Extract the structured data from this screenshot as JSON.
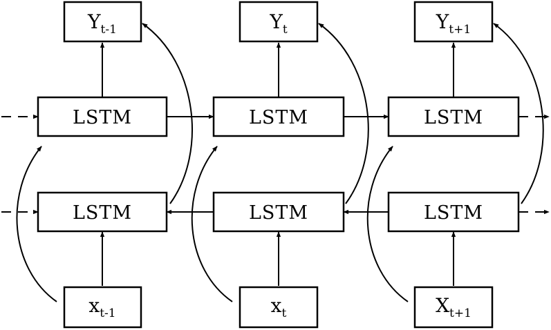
{
  "diagram": {
    "steps": [
      {
        "output": {
          "base": "Y",
          "sub": "t-1"
        },
        "forward": "LSTM",
        "backward": "LSTM",
        "input": {
          "base": "x",
          "sub": "t-1"
        }
      },
      {
        "output": {
          "base": "Y",
          "sub": "t"
        },
        "forward": "LSTM",
        "backward": "LSTM",
        "input": {
          "base": "x",
          "sub": "t"
        }
      },
      {
        "output": {
          "base": "Y",
          "sub": "t+1"
        },
        "forward": "LSTM",
        "backward": "LSTM",
        "input": {
          "base": "X",
          "sub": "t+1"
        }
      }
    ]
  }
}
